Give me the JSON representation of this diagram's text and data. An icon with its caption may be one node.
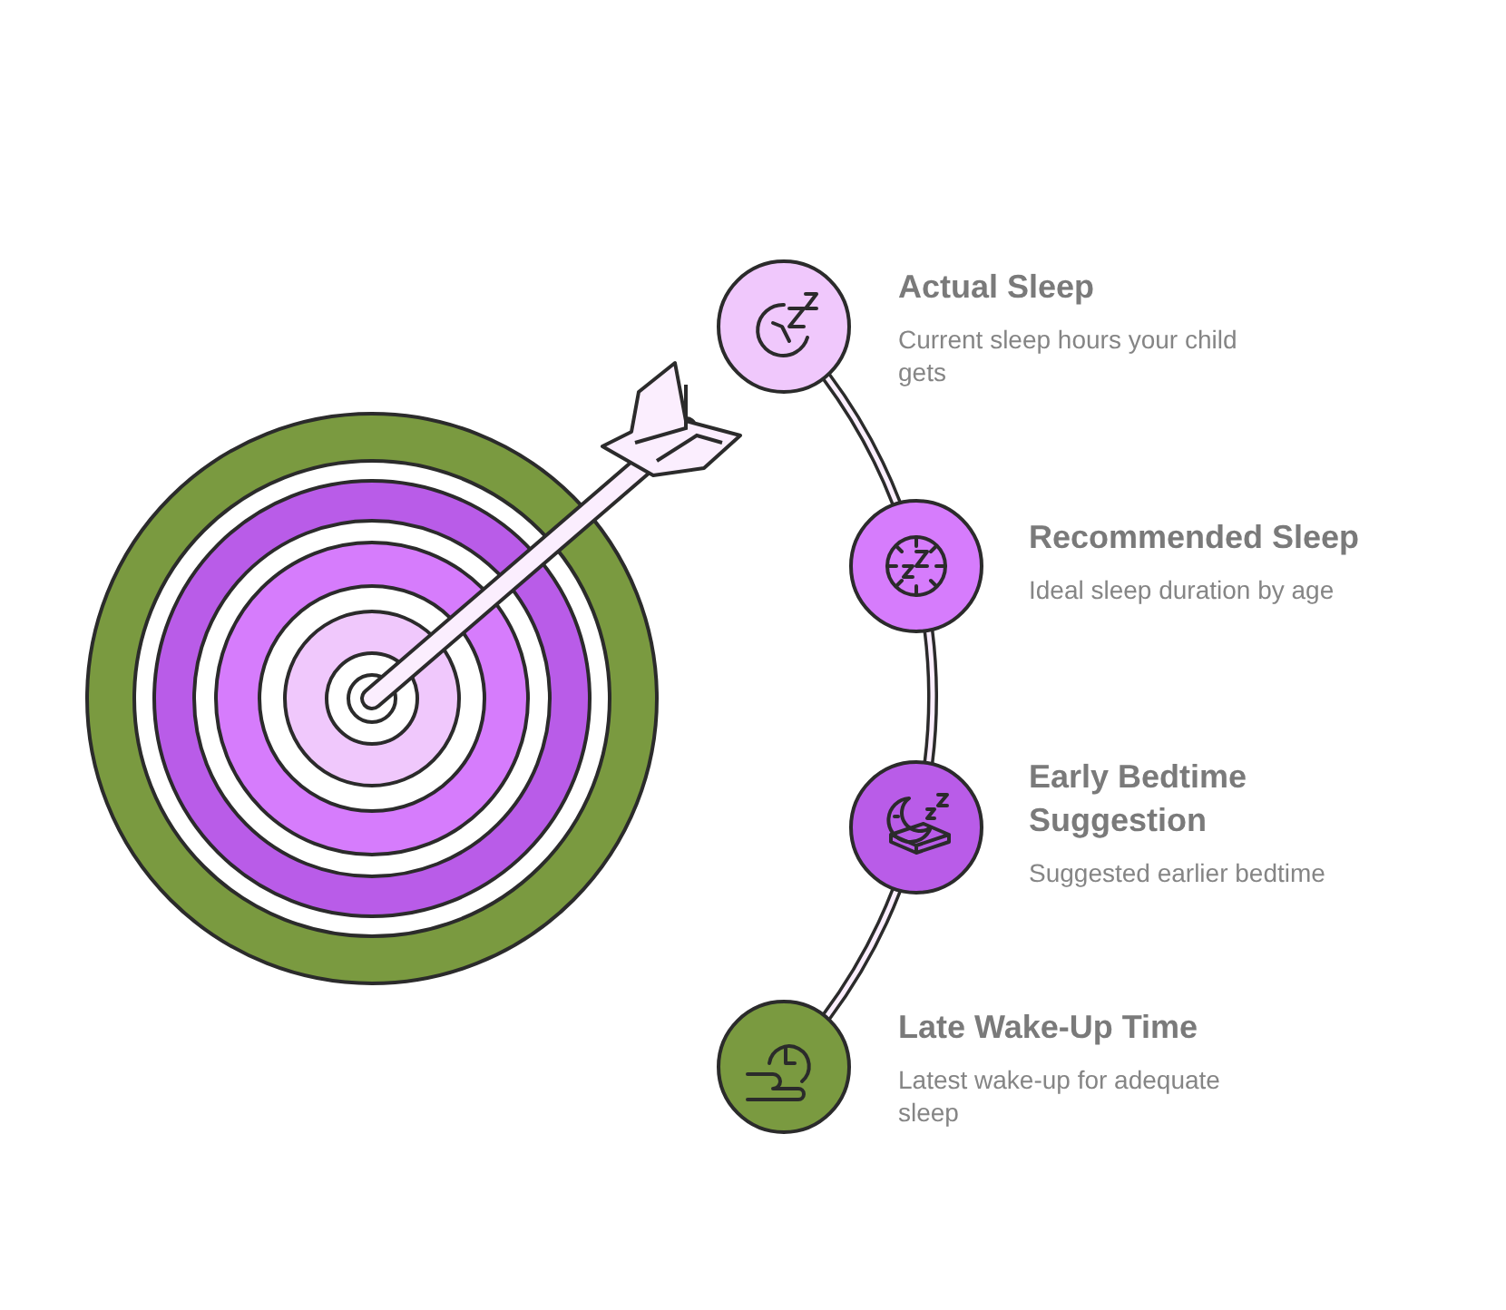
{
  "diagram": {
    "nodes": [
      {
        "text": [
          "Actual Sleep",
          "Current sleep hours your child gets"
        ]
      },
      {
        "text": [
          "Recommended Sleep",
          "Ideal sleep duration by age"
        ]
      },
      {
        "text": [
          "Early Bedtime Suggestion",
          "Suggested earlier bedtime"
        ]
      },
      {
        "text": [
          "Late Wake-Up Time",
          "Latest wake-up for adequate sleep"
        ]
      }
    ],
    "edges": [
      {
        "from": 0,
        "to": 1,
        "arrow": "none"
      },
      {
        "from": 1,
        "to": 2,
        "arrow": "none"
      },
      {
        "from": 2,
        "to": 3,
        "arrow": "none"
      }
    ]
  }
}
